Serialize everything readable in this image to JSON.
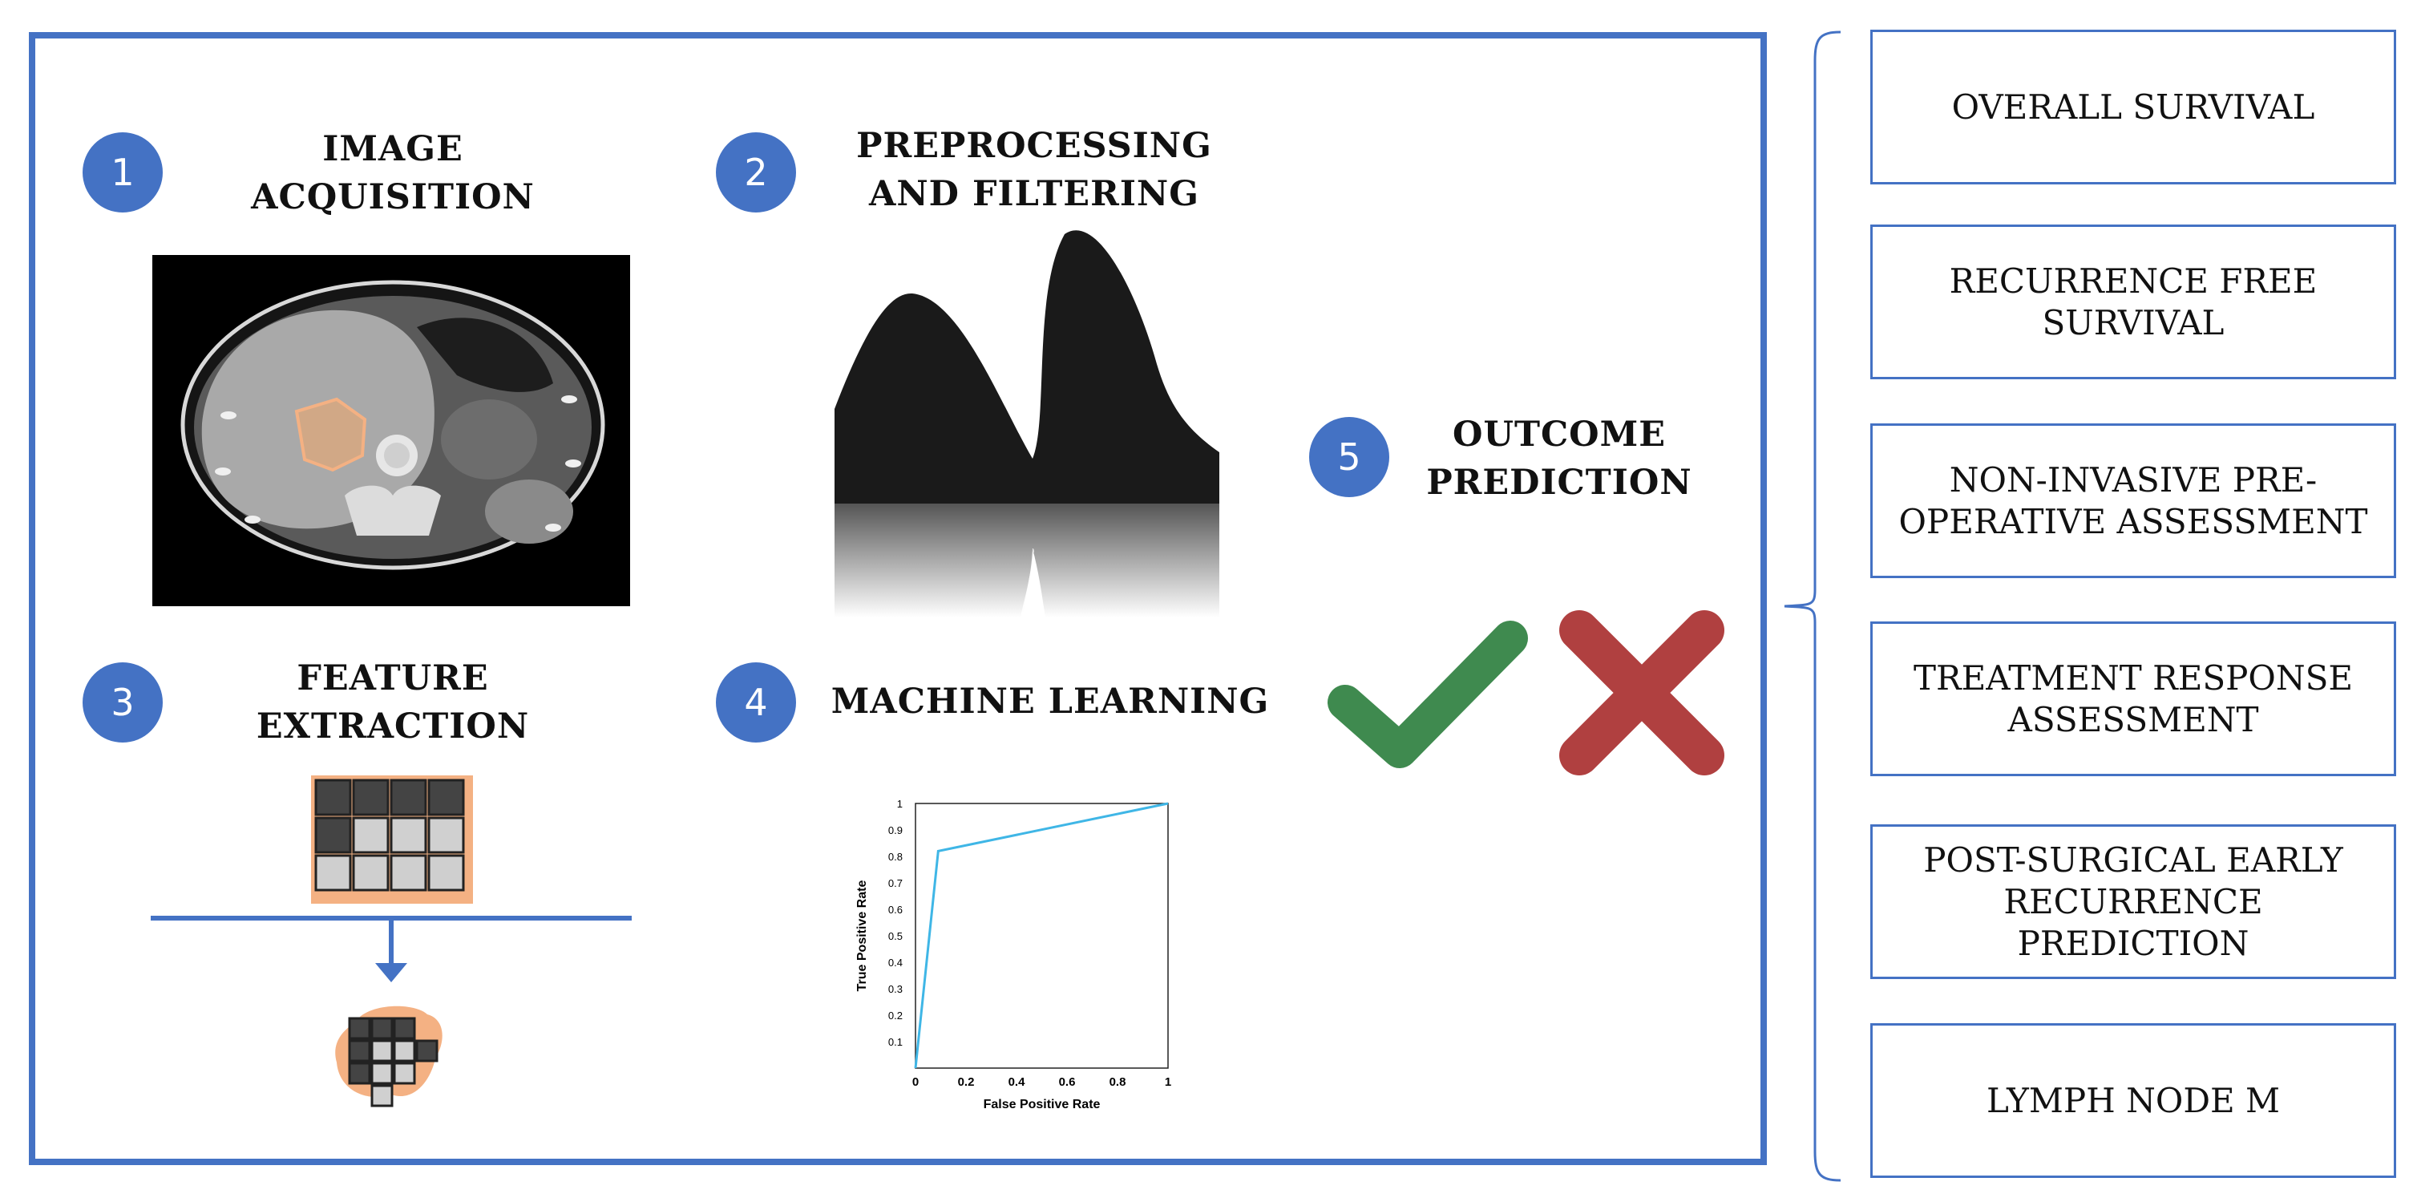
{
  "steps": [
    {
      "num": "1",
      "title_lines": [
        "IMAGE",
        "ACQUISITION"
      ]
    },
    {
      "num": "2",
      "title_lines": [
        "PREPROCESSING",
        "AND FILTERING"
      ]
    },
    {
      "num": "3",
      "title_lines": [
        "FEATURE",
        "EXTRACTION"
      ]
    },
    {
      "num": "4",
      "title_lines": [
        "MACHINE LEARNING"
      ]
    },
    {
      "num": "5",
      "title_lines": [
        "OUTCOME",
        "PREDICTION"
      ]
    }
  ],
  "roc": {
    "x_label": "False Positive Rate",
    "y_label": "True Positive Rate",
    "x_ticks": [
      "0",
      "0.2",
      "0.4",
      "0.6",
      "0.8",
      "1"
    ],
    "y_ticks": [
      "0.1",
      "0.2",
      "0.3",
      "0.4",
      "0.5",
      "0.6",
      "0.7",
      "0.8",
      "0.9",
      "1"
    ],
    "curve": [
      [
        0,
        0
      ],
      [
        0.09,
        0.82
      ],
      [
        1,
        1
      ]
    ],
    "line_color": "#3fb6e6"
  },
  "outcomes": [
    {
      "lines": [
        "OVERALL SURVIVAL"
      ]
    },
    {
      "lines": [
        "RECURRENCE FREE",
        "SURVIVAL"
      ]
    },
    {
      "lines": [
        "NON-INVASIVE PRE-",
        "OPERATIVE ASSESSMENT"
      ]
    },
    {
      "lines": [
        "TREATMENT RESPONSE",
        "ASSESSMENT"
      ]
    },
    {
      "lines": [
        "POST-SURGICAL EARLY",
        "RECURRENCE",
        "PREDICTION"
      ]
    },
    {
      "lines": [
        "LYMPH NODE M"
      ]
    }
  ],
  "colors": {
    "accent": "#4472c4",
    "check": "#3f8a4f",
    "cross": "#b04040",
    "feature_highlight": "#f4b183"
  },
  "icons": {
    "check": "check-icon",
    "cross": "cross-icon"
  }
}
